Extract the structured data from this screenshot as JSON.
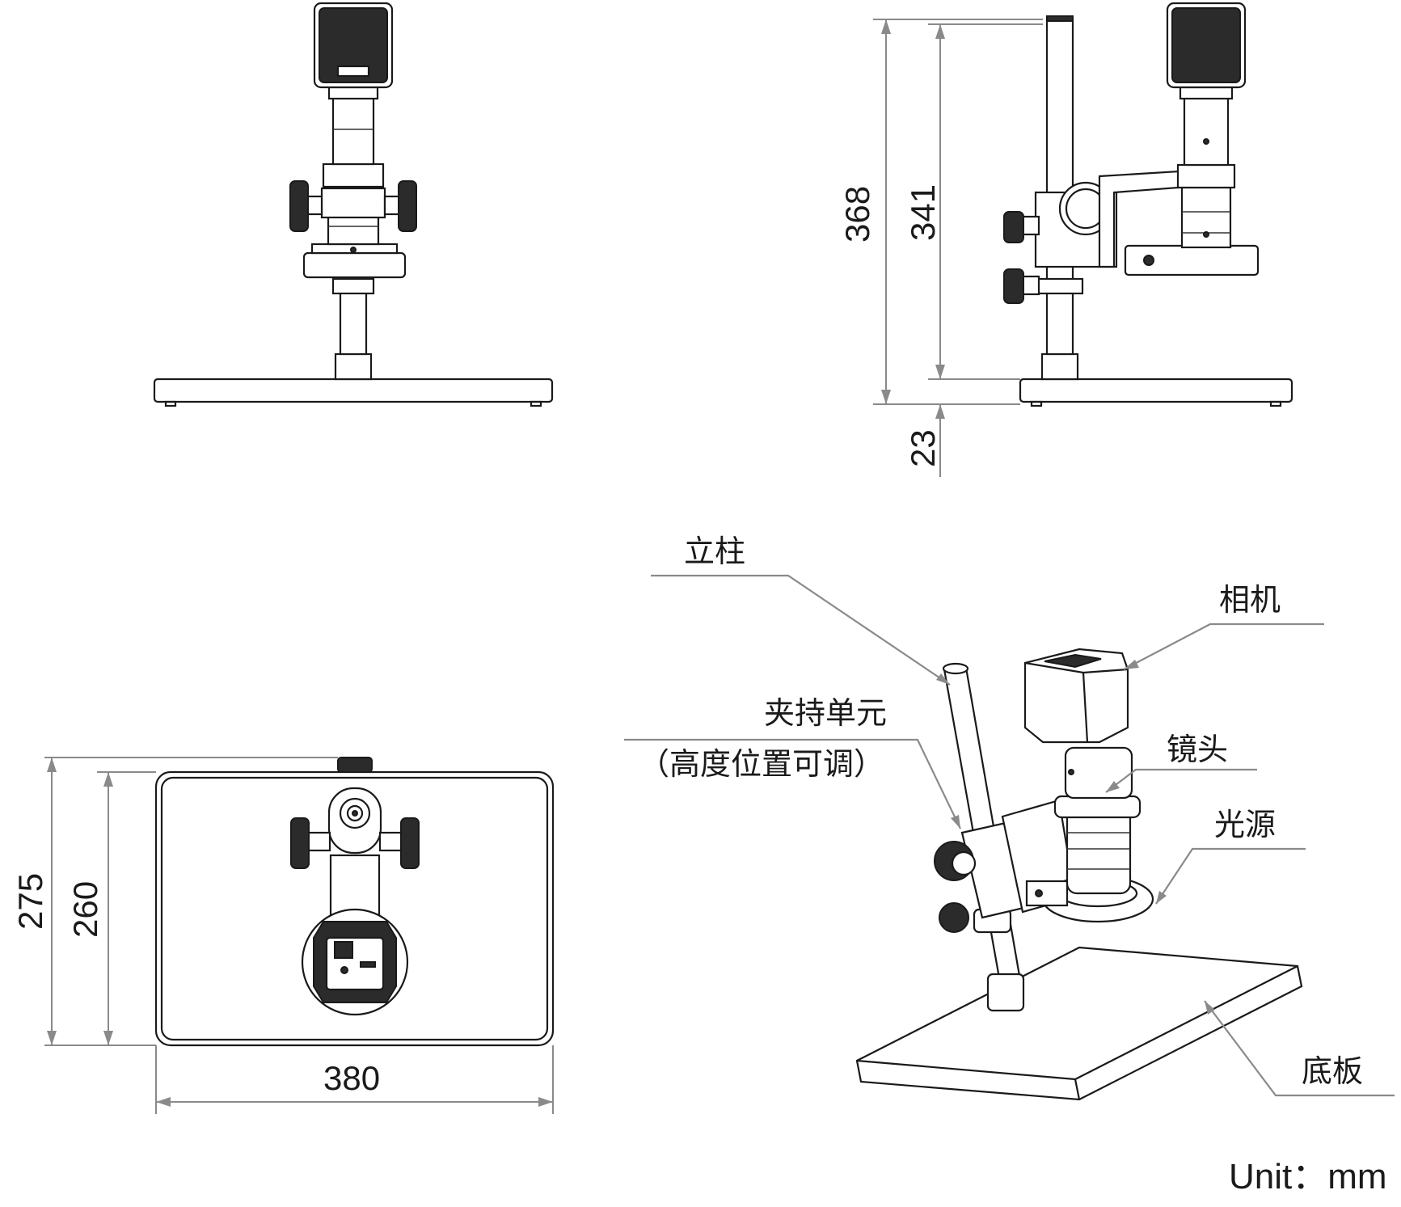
{
  "dimensions": {
    "total_height": "368",
    "column_height": "341",
    "base_thickness": "23",
    "base_width": "380",
    "base_depth_total": "275",
    "base_depth": "260"
  },
  "labels": {
    "column": "立柱",
    "camera": "相机",
    "clamp_unit": "夹持单元",
    "clamp_note": "（高度位置可调）",
    "lens": "镜头",
    "light_source": "光源",
    "base_plate": "底板"
  },
  "unit": "Unit：mm"
}
